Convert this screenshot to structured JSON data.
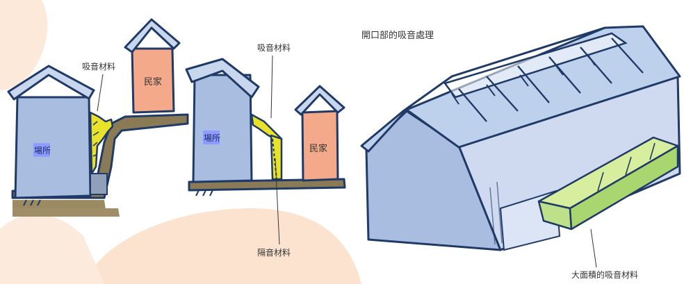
{
  "left_diagram": {
    "label_absorb": "吸音材料",
    "label_venue": "場所",
    "label_house": "民家"
  },
  "middle_diagram": {
    "label_absorb": "吸音材料",
    "label_venue": "場所",
    "label_house": "民家",
    "label_insulate": "隔音材料"
  },
  "right_diagram": {
    "title": "開口部的吸音處理",
    "label_large_absorb": "大面積的吸音材料"
  },
  "colors": {
    "wall_blue": "#a9bde0",
    "roof_navy": "#1f3a66",
    "house_orange": "#f3a98a",
    "ground_brown": "#8a7a55",
    "absorb_yellow": "#e8e22a",
    "absorb_green": "#bfe08a",
    "room_tag": "#8e9cff",
    "bg_peach": "#fbe6d6"
  }
}
